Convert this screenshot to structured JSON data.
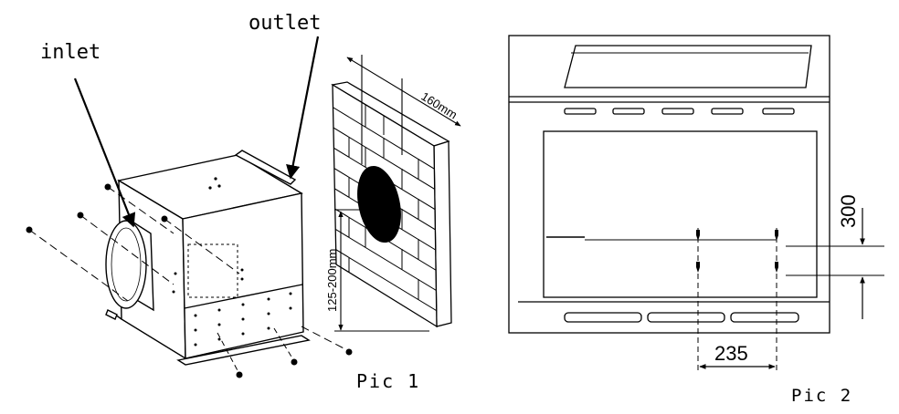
{
  "pic1": {
    "label_inlet": "inlet",
    "label_outlet": "outlet",
    "dim_wall_thickness": "160mm",
    "dim_hole_height": "125-200mm",
    "caption": "Pic 1"
  },
  "pic2": {
    "dim_vertical": "300",
    "dim_horizontal": "235",
    "caption": "Pic 2"
  }
}
